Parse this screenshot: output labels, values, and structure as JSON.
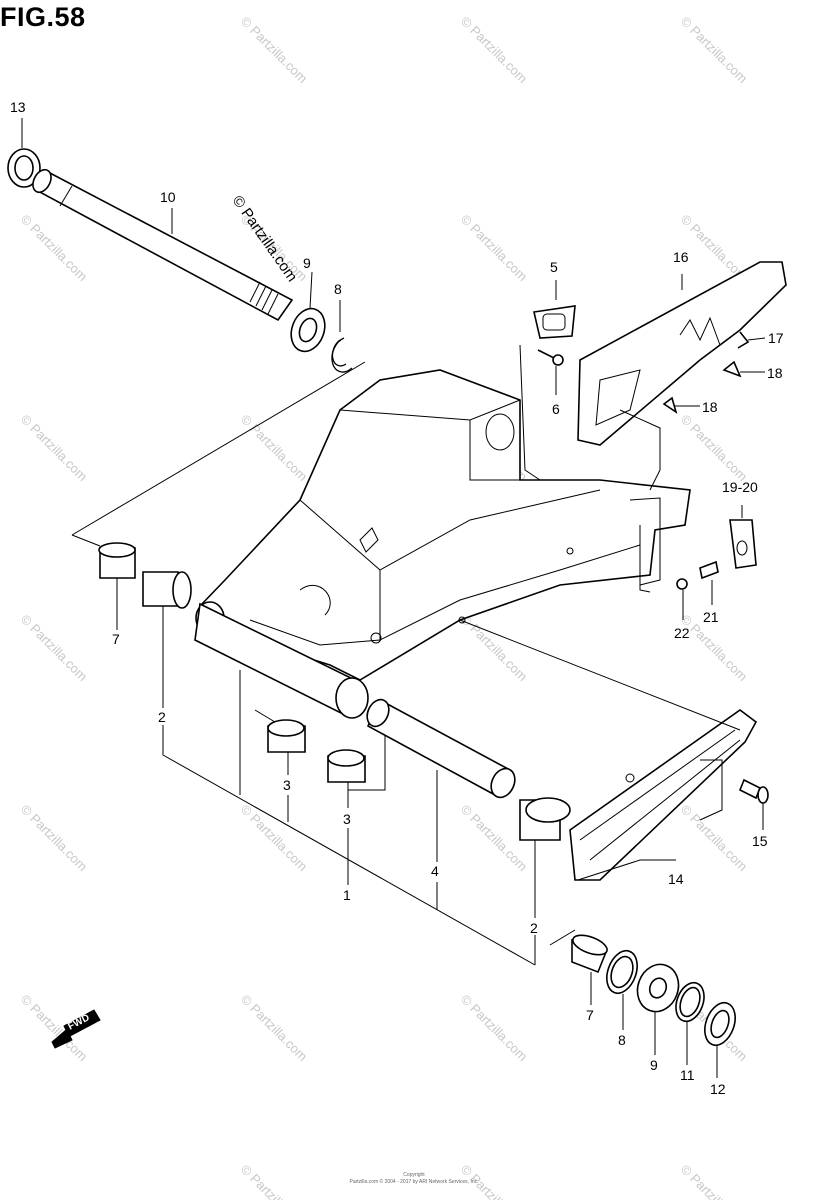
{
  "figure": {
    "title": "FIG.58"
  },
  "watermark": {
    "text": "© Partzilla.com"
  },
  "forward_badge": {
    "text": "FWD"
  },
  "copyright": {
    "line1": "Copyright",
    "line2": "Partzilla.com © 2004 - 2017 by ARI Network Services, Inc."
  },
  "callouts": {
    "c1": "1",
    "c2a": "2",
    "c2b": "2",
    "c3a": "3",
    "c3b": "3",
    "c4": "4",
    "c5": "5",
    "c6": "6",
    "c7a": "7",
    "c7b": "7",
    "c8a": "8",
    "c8b": "8",
    "c9a": "9",
    "c9b": "9",
    "c10": "10",
    "c11": "11",
    "c12": "12",
    "c13": "13",
    "c14": "14",
    "c15": "15",
    "c16": "16",
    "c17": "17",
    "c18a": "18",
    "c18b": "18",
    "c19_20": "19-20",
    "c21": "21",
    "c22": "22"
  }
}
